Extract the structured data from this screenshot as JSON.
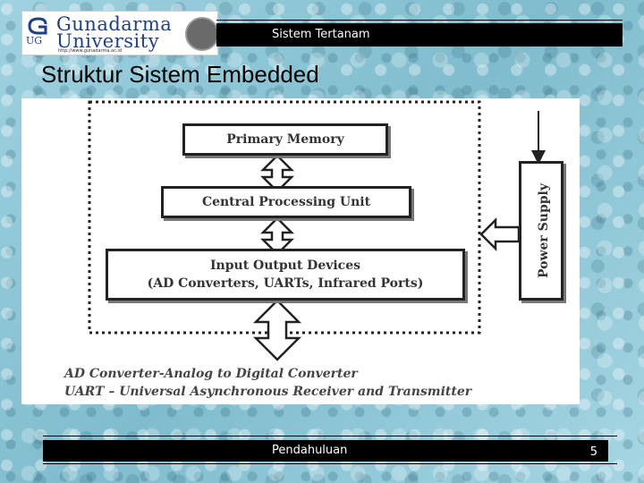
{
  "header": {
    "logo_line1": "Gunadarma",
    "logo_line2": "University",
    "logo_ug": "UG",
    "logo_url": "http://www.gunadarma.ac.id",
    "course_title": "Sistem Tertanam"
  },
  "slide": {
    "title": "Struktur Sistem Embedded"
  },
  "diagram": {
    "primary_memory": "Primary Memory",
    "cpu": "Central Processing Unit",
    "io_line1": "Input Output Devices",
    "io_line2": "(AD Converters, UARTs, Infrared Ports)",
    "power_supply": "Power Supply",
    "legend_line1": "AD Converter-Analog to Digital Converter",
    "legend_line2": "UART – Universal Asynchronous Receiver and Transmitter"
  },
  "footer": {
    "section": "Pendahuluan",
    "page_number": "5"
  }
}
